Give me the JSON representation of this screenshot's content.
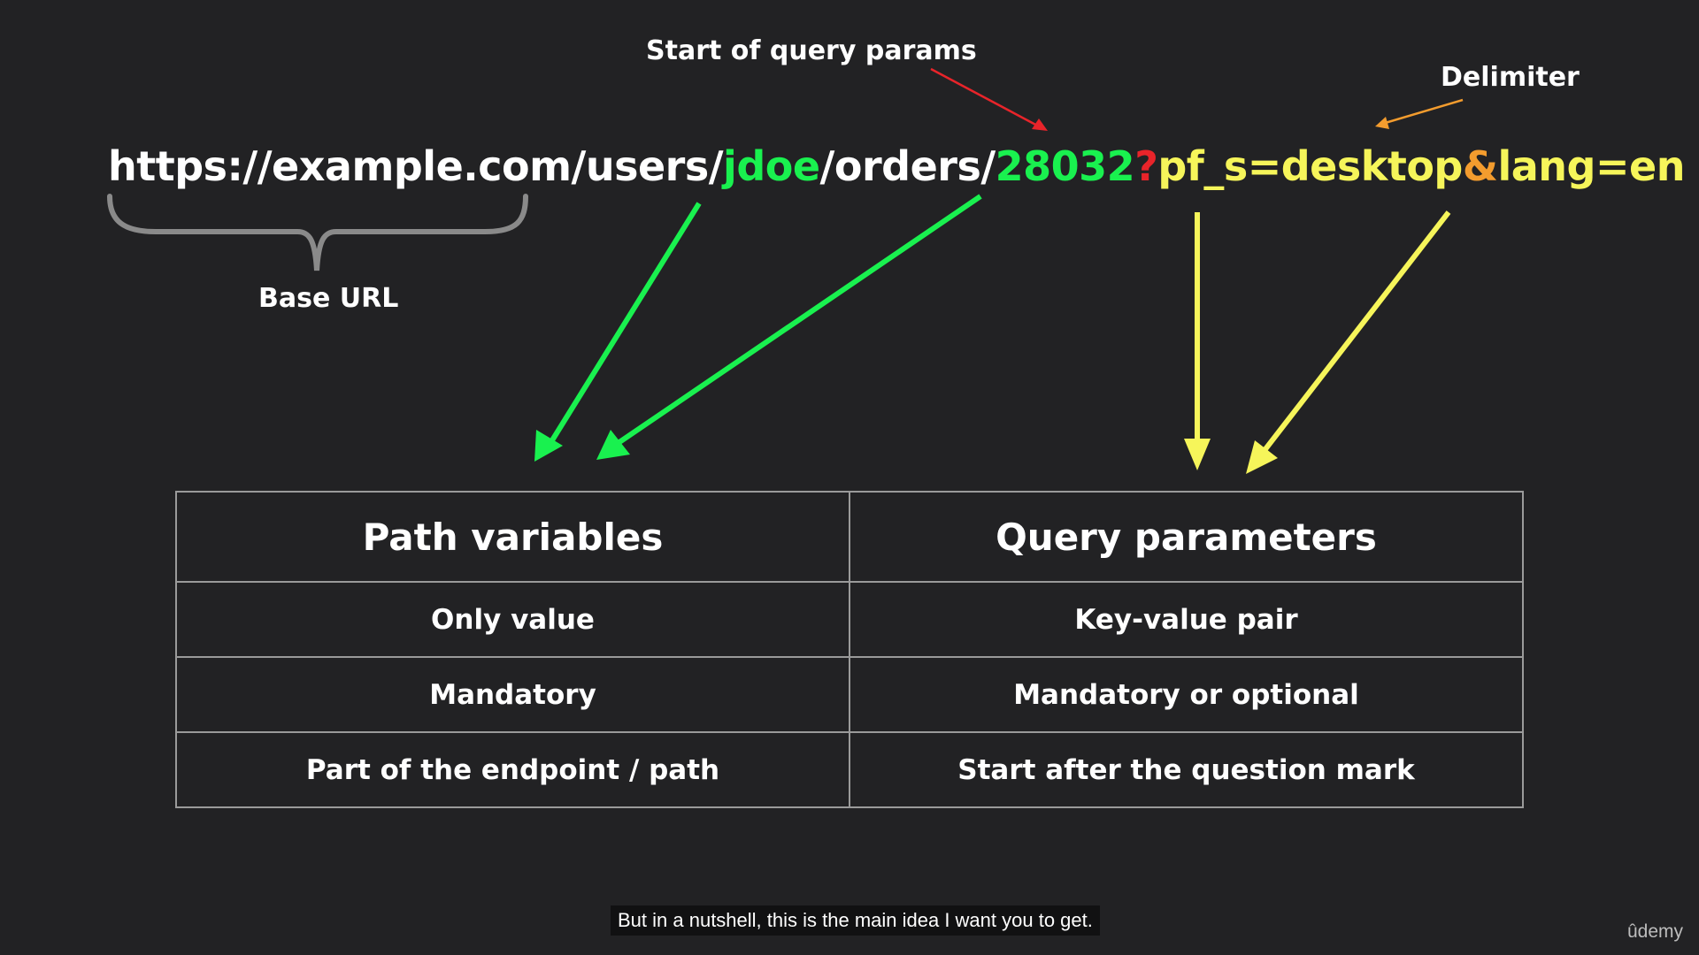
{
  "url": {
    "base": "https://example.com/users/",
    "path_var_1": "jdoe",
    "path_sep": "/orders/",
    "path_var_2": "28032",
    "query_start": "?",
    "query_1": "pf_s=desktop",
    "delimiter": "&",
    "query_2": "lang=en"
  },
  "annotations": {
    "query_start": "Start of query params",
    "delimiter": "Delimiter",
    "base_url": "Base URL"
  },
  "table": {
    "headers": [
      "Path variables",
      "Query parameters"
    ],
    "rows": [
      [
        "Only value",
        "Key-value pair"
      ],
      [
        "Mandatory",
        "Mandatory or optional"
      ],
      [
        "Part of the endpoint / path",
        "Start after the question mark"
      ]
    ]
  },
  "caption": "But in a nutshell, this is the main idea I want you to get.",
  "brand": "ûdemy",
  "colors": {
    "background": "#222224",
    "path_variable": "#19f14f",
    "query_param": "#f6f55a",
    "query_start": "#e8242a",
    "delimiter": "#f39c2e"
  }
}
